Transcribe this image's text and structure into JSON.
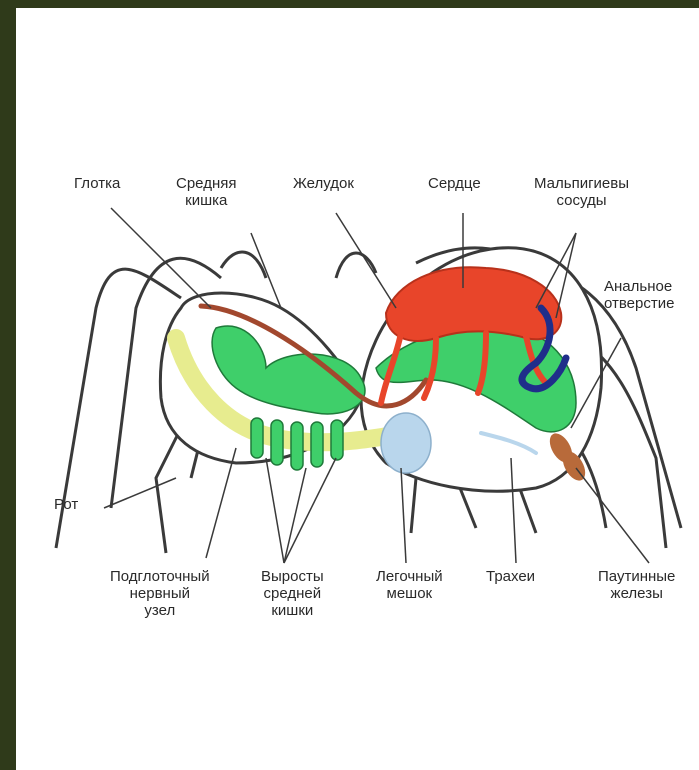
{
  "labels": {
    "pharynx": "Глотка",
    "midgut": "Средняя\nкишка",
    "stomach": "Желудок",
    "heart": "Сердце",
    "malpighian": "Мальпигиевы\nсосуды",
    "anus": "Анальное\nотверстие",
    "mouth": "Рот",
    "ganglion": "Подглоточный\nнервный\nузел",
    "gut_outgrowths": "Выросты\nсредней\nкишки",
    "lung": "Легочный\nмешок",
    "trachea": "Трахеи",
    "silk_glands": "Паутинные\nжелезы"
  },
  "colors": {
    "background_frame": "#2f3a1a",
    "digestive": "#3fcf6a",
    "heart": "#e8452a",
    "pharynx_tube": "#a2482e",
    "nerve": "#e7ec8f",
    "malpighian": "#1f2e8a",
    "lung": "#b9d6ec",
    "silk_glands": "#b86a3a",
    "outline": "#3a3a3a"
  }
}
